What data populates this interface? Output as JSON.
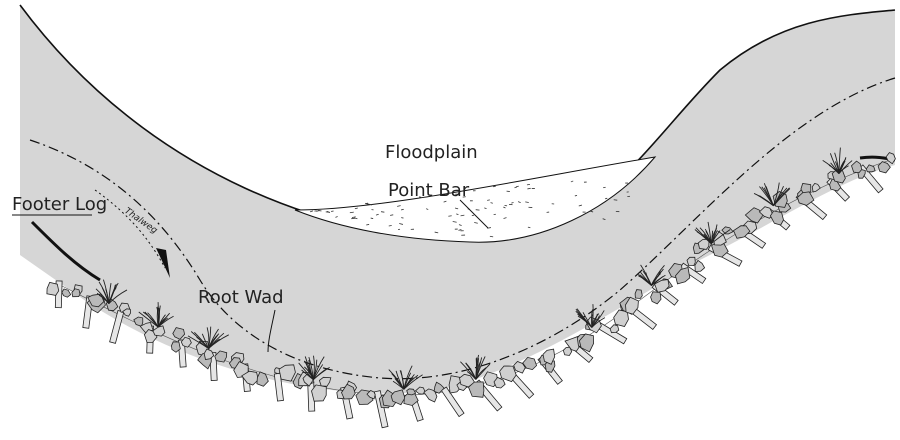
{
  "diagram": {
    "labels": {
      "floodplain": "Floodplain",
      "point_bar": "Point Bar",
      "footer_log": "Footer Log",
      "thalweg": "Thalweg",
      "root_wad": "Root Wad"
    },
    "colors": {
      "channel_fill": "#d6d6d6",
      "line": "#111111",
      "point_bar_fill": "#ffffff",
      "rock_fill": "#b9b9b9",
      "log_fill": "#e6e6e6"
    }
  }
}
